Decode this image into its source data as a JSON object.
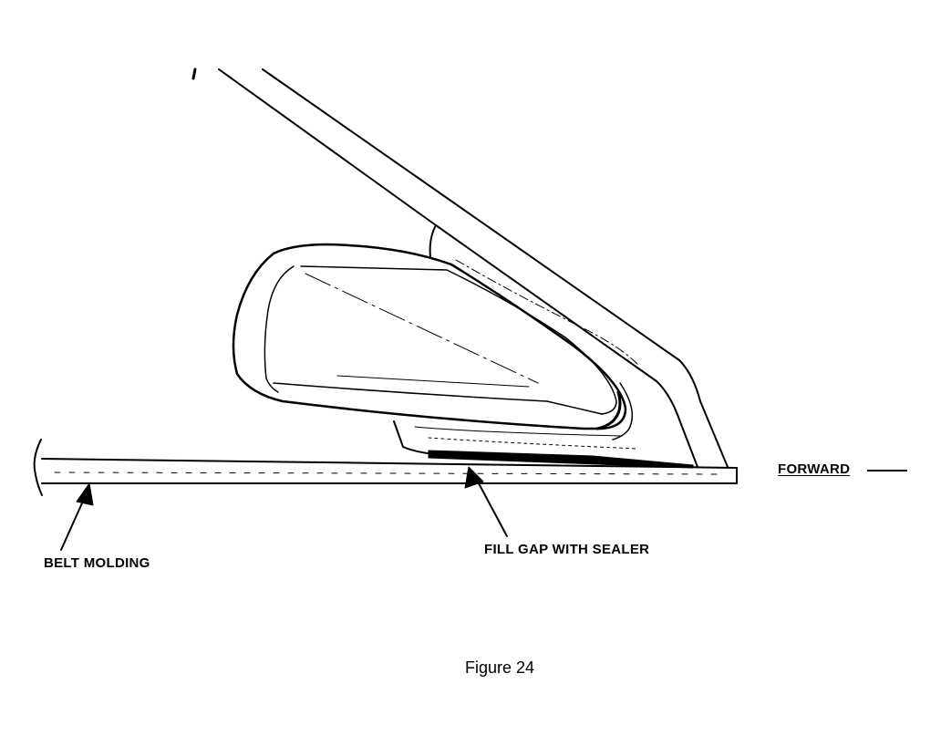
{
  "labels": {
    "belt_molding": "BELT MOLDING",
    "fill_gap": "FILL GAP WITH SEALER",
    "forward": "FORWARD"
  },
  "caption": "Figure 24",
  "colors": {
    "ink": "#000000",
    "paper": "#ffffff"
  }
}
